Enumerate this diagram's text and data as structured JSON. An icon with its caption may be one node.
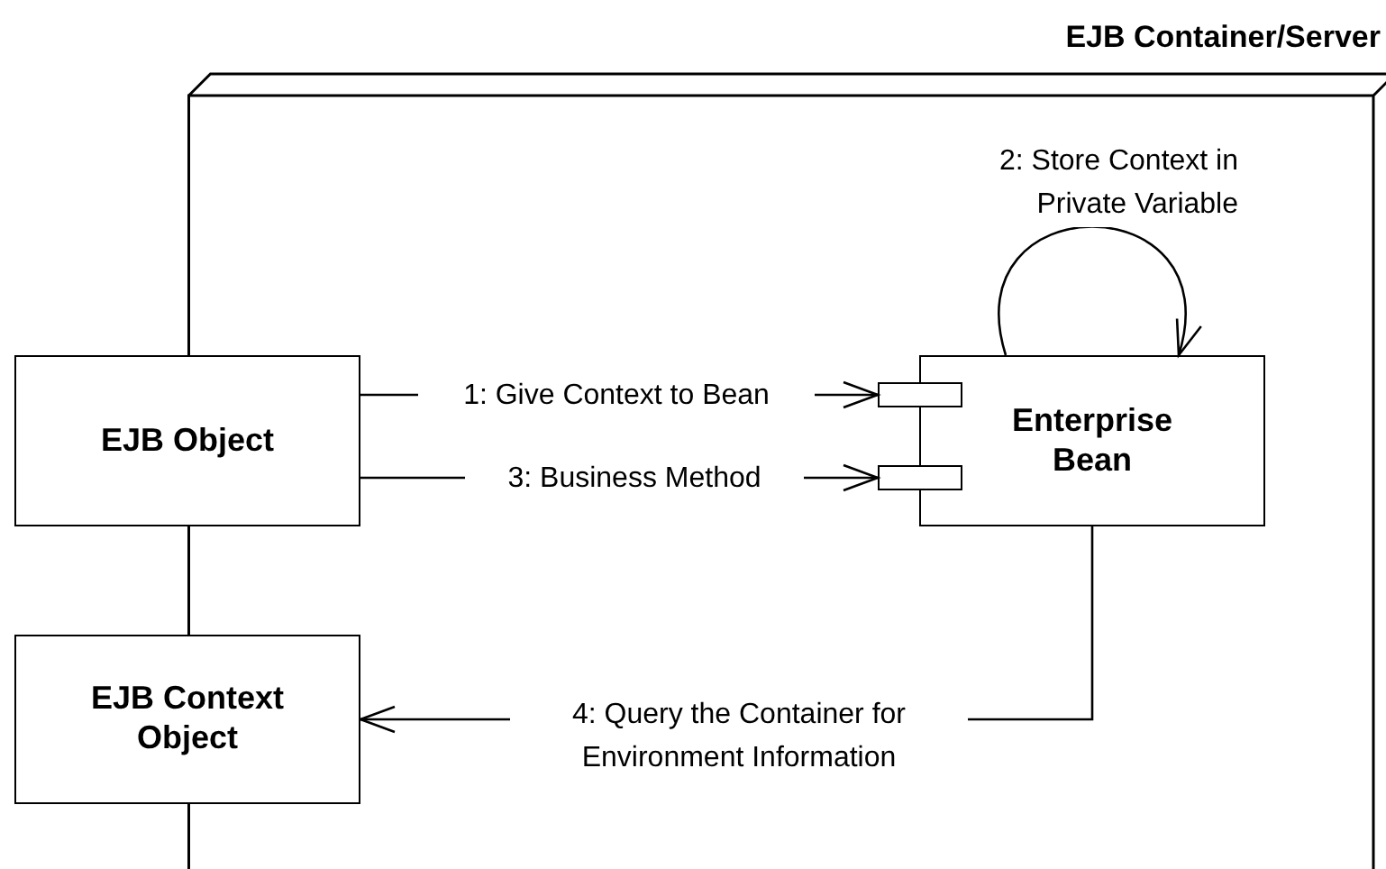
{
  "diagram": {
    "nodes": [
      {
        "text": [
          "EJB Container/Server"
        ]
      },
      {
        "text": [
          "EJB Object"
        ]
      },
      {
        "text": [
          "Enterprise Bean"
        ],
        "in": 0
      },
      {
        "text": [
          "EJB Context Object"
        ]
      },
      {
        "text": [],
        "shape": "box",
        "in": 0
      },
      {
        "text": [],
        "shape": "box",
        "in": 0
      }
    ],
    "edges": [
      {
        "from": 1,
        "to": 4,
        "arrow": "to",
        "label": "1: Give Context to Bean"
      },
      {
        "from": 2,
        "to": 2,
        "arrow": "to",
        "label": "2: Store Context in Private Variable"
      },
      {
        "from": 1,
        "to": 5,
        "arrow": "to",
        "label": "3: Business Method"
      },
      {
        "from": 2,
        "to": 3,
        "arrow": "to",
        "label": "4: Query the Container for Environment Information"
      }
    ]
  }
}
